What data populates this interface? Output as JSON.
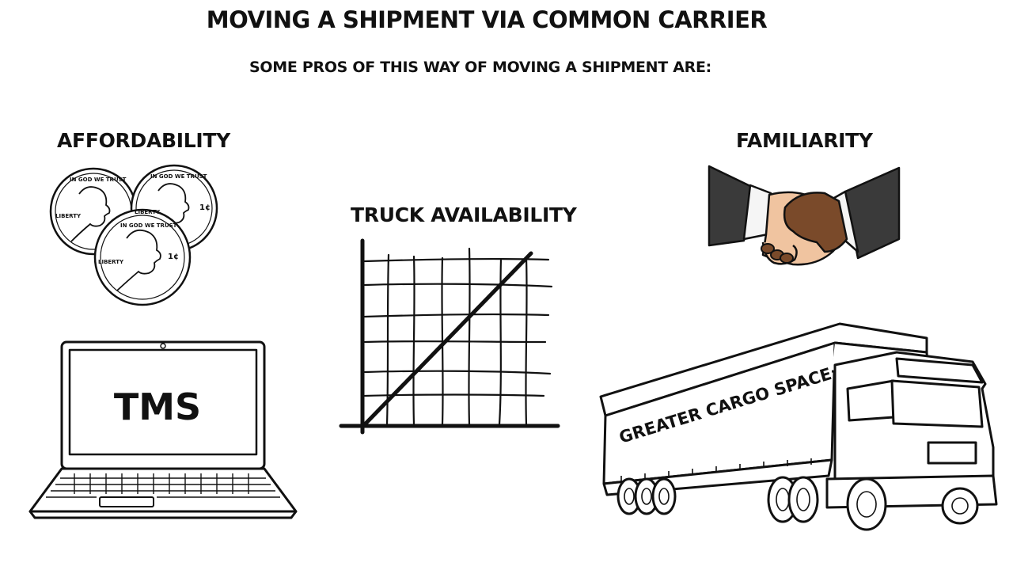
{
  "title": "MOVING A SHIPMENT VIA COMMON CARRIER",
  "subtitle": "SOME PROS OF THIS WAY OF MOVING A SHIPMENT ARE:",
  "pros": {
    "affordability": "AFFORDABILITY",
    "truck_availability": "TRUCK AVAILABILITY",
    "familiarity": "FAMILIARITY",
    "tms": "TMS",
    "cargo": "GREATER CARGO SPACE"
  },
  "coins": {
    "motto": "IN GOD WE TRUST",
    "liberty": "LIBERTY",
    "cent": "1¢"
  }
}
